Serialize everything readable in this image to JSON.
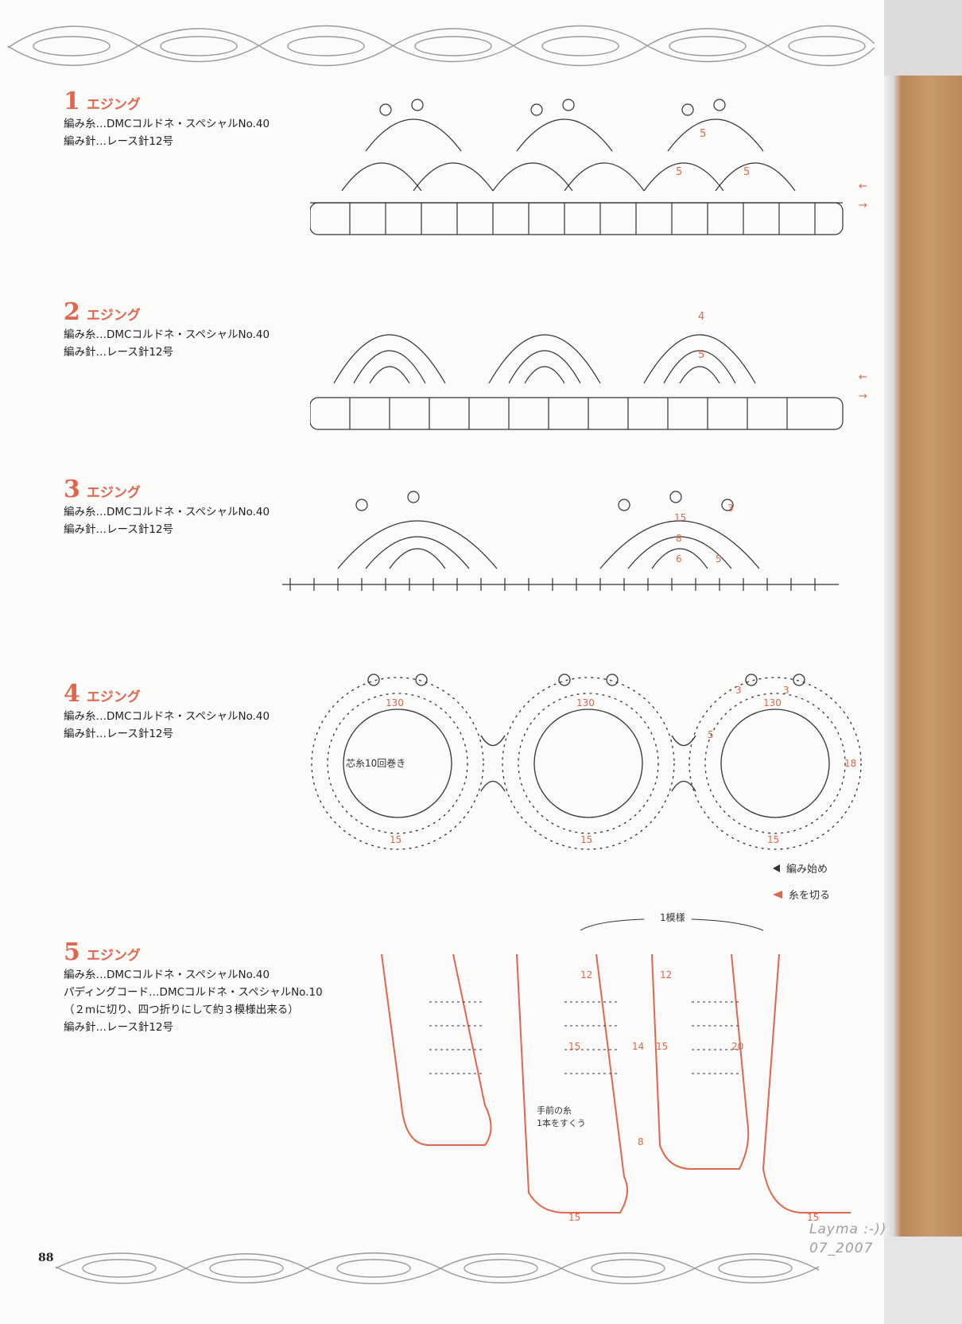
{
  "sections": [
    {
      "number": "1",
      "title": "エジング",
      "specs": [
        "編み糸…DMCコルドネ・スペシャルNo.40",
        "編み針…レース針12号"
      ],
      "diagram": {
        "labels": [
          "5",
          "5",
          "5"
        ]
      }
    },
    {
      "number": "2",
      "title": "エジング",
      "specs": [
        "編み糸…DMCコルドネ・スペシャルNo.40",
        "編み針…レース針12号"
      ],
      "diagram": {
        "labels": [
          "4",
          "5"
        ]
      }
    },
    {
      "number": "3",
      "title": "エジング",
      "specs": [
        "編み糸…DMCコルドネ・スペシャルNo.40",
        "編み針…レース針12号"
      ],
      "diagram": {
        "labels": [
          "15",
          "8",
          "6",
          "5",
          "3"
        ]
      }
    },
    {
      "number": "4",
      "title": "エジング",
      "specs": [
        "編み糸…DMCコルドネ・スペシャルNo.40",
        "編み針…レース針12号"
      ],
      "diagram": {
        "core_label": "芯糸10回巻き",
        "labels": [
          "130",
          "130",
          "130",
          "15",
          "15",
          "15",
          "3",
          "3",
          "5",
          "18"
        ]
      }
    },
    {
      "number": "5",
      "title": "エジング",
      "specs": [
        "編み糸…DMCコルドネ・スペシャルNo.40",
        "パディングコード…DMCコルドネ・スペシャルNo.10",
        "（２mに切り、四つ折りにして約３模様出来る）",
        "編み針…レース針12号"
      ],
      "diagram": {
        "repeat_label": "1模様",
        "note_line1": "手前の糸",
        "note_line2": "1本をすくう",
        "labels": [
          "12",
          "12",
          "15",
          "14",
          "15",
          "20",
          "8",
          "15",
          "15"
        ]
      }
    }
  ],
  "legend": {
    "start": "編み始め",
    "cut": "糸を切る"
  },
  "page_number": "88",
  "watermark": {
    "line1": "Layma :-))",
    "line2": "07_2007"
  },
  "colors": {
    "accent": "#e0664e",
    "ink": "#222222",
    "border": "#9a9a9a"
  }
}
